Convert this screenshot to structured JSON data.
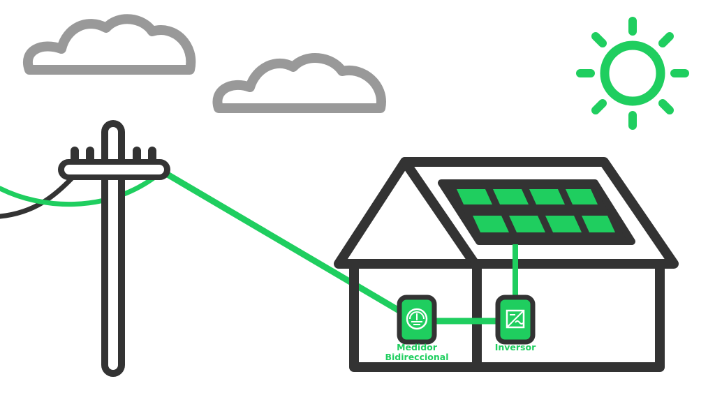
{
  "colors": {
    "green": "#1fce5f",
    "dark": "#333333",
    "gray": "#999999",
    "background": "#ffffff"
  },
  "labels": {
    "meter_line1": "Medidor",
    "meter_line2": "Bidireccional",
    "inverter": "Inversor"
  },
  "icons": [
    "cloud-icon",
    "sun-icon",
    "utility-pole-icon",
    "house-icon",
    "solar-panel-icon",
    "bidirectional-meter-icon",
    "inverter-icon"
  ]
}
